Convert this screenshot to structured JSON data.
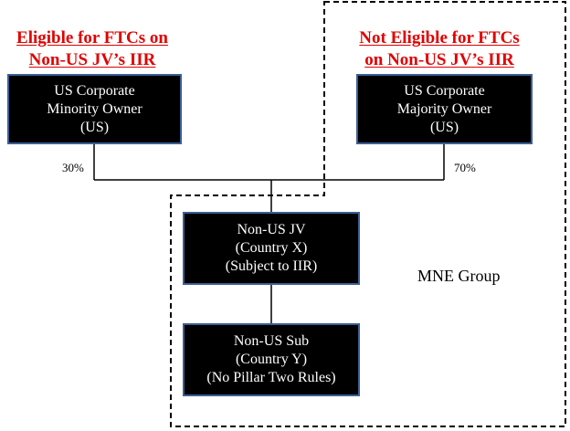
{
  "colors": {
    "heading_red": "#e00000",
    "node_fill": "#000000",
    "node_border": "#3a5f96",
    "node_text": "#ffffff",
    "line": "#000000"
  },
  "headings": {
    "eligible": {
      "line1": "Eligible for FTCs on",
      "line2": "Non-US JV’s IIR"
    },
    "not_eligible": {
      "line1": "Not Eligible for FTCs",
      "line2": "on Non-US JV’s IIR"
    }
  },
  "nodes": {
    "minority_owner": {
      "line1": "US Corporate",
      "line2": "Minority Owner",
      "line3": "(US)"
    },
    "majority_owner": {
      "line1": "US Corporate",
      "line2": "Majority Owner",
      "line3": "(US)"
    },
    "jv": {
      "line1": "Non-US JV",
      "line2": "(Country X)",
      "line3": "(Subject to IIR)"
    },
    "sub": {
      "line1": "Non-US Sub",
      "line2": "(Country Y)",
      "line3": "(No Pillar Two Rules)"
    }
  },
  "ownership": {
    "minority_pct": "30%",
    "majority_pct": "70%"
  },
  "group_label": "MNE Group"
}
